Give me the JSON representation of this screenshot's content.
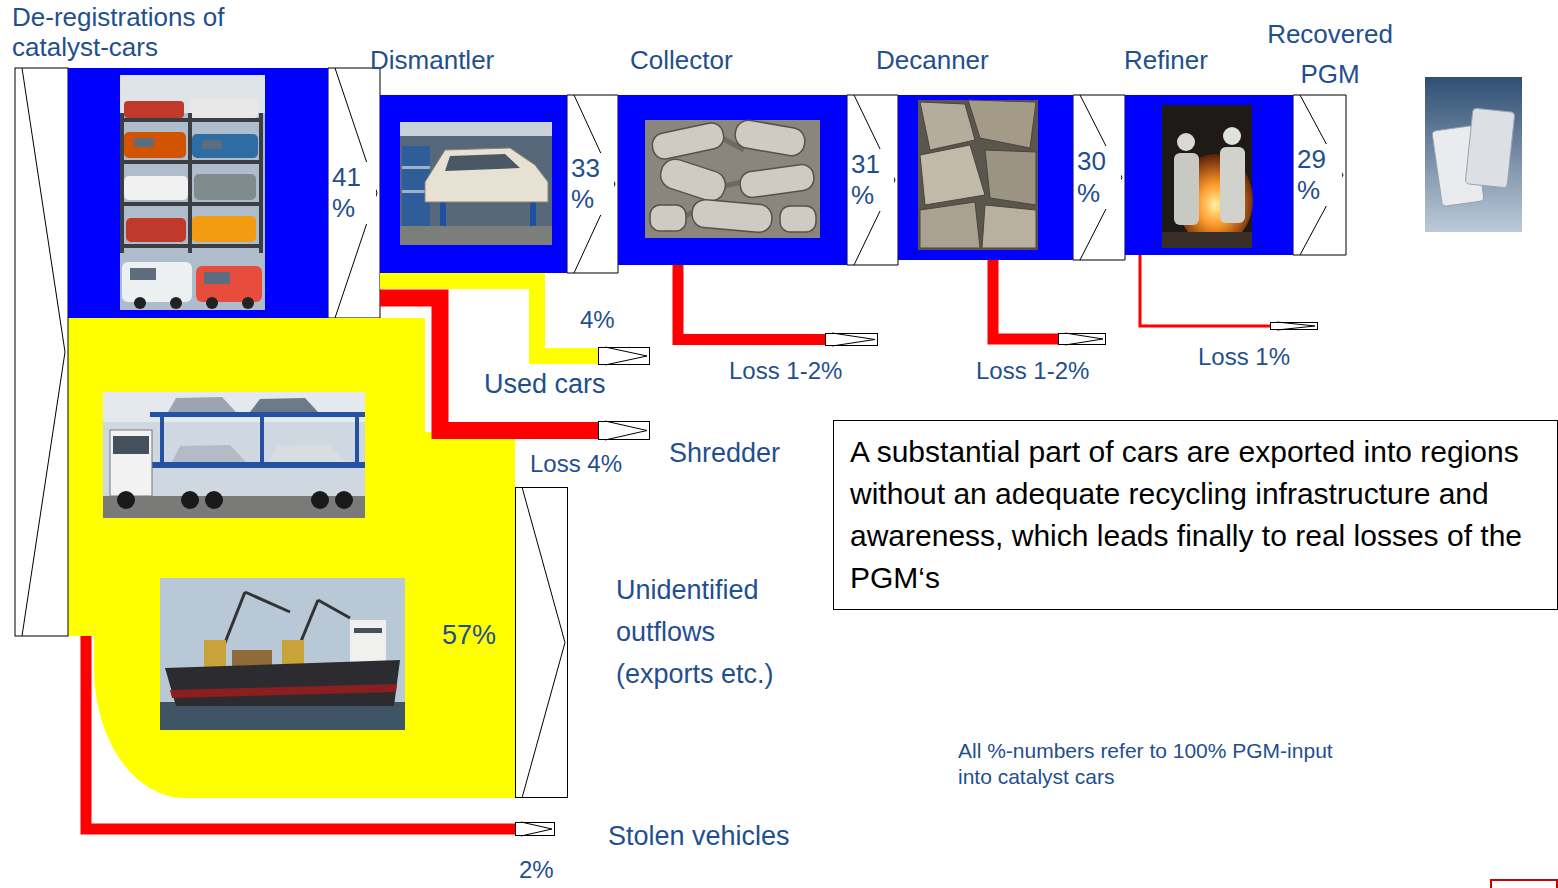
{
  "diagram": {
    "nodes": [
      {
        "text": [
          "De-registrations of catalyst-cars"
        ]
      },
      {
        "text": [
          "Dismantler"
        ]
      },
      {
        "text": [
          "Collector"
        ]
      },
      {
        "text": [
          "Decanner"
        ]
      },
      {
        "text": [
          "Refiner"
        ]
      },
      {
        "text": [
          "Recovered PGM"
        ]
      },
      {
        "text": [
          "Used cars"
        ]
      },
      {
        "text": [
          "Loss 1-2%"
        ]
      },
      {
        "text": [
          "Loss 1-2%"
        ]
      },
      {
        "text": [
          "Loss 1%"
        ]
      },
      {
        "text": [
          "Shredder"
        ]
      },
      {
        "text": [
          "A substantial part of cars are exported into regions without an adequate recycling infrastructure and awareness, which leads finally to real losses of the PGM‘s"
        ]
      },
      {
        "text": [
          "Unidentified outflows (exports etc.)"
        ]
      },
      {
        "text": [
          "Stolen vehicles"
        ]
      }
    ],
    "edges": [
      {
        "from": 0,
        "to": 1,
        "label": "41 %",
        "arrow": "to"
      },
      {
        "from": 1,
        "to": 2,
        "label": "33 %",
        "arrow": "to"
      },
      {
        "from": 2,
        "to": 3,
        "label": "31 %",
        "arrow": "to"
      },
      {
        "from": 3,
        "to": 4,
        "label": "30 %",
        "arrow": "to"
      },
      {
        "from": 4,
        "to": 5,
        "label": "29 %",
        "arrow": "to"
      },
      {
        "from": 0,
        "to": 13,
        "label": "2%",
        "arrow": "to"
      },
      {
        "from": 0,
        "to": 12,
        "label": "57%",
        "arrow": "to"
      },
      {
        "from": 1,
        "to": 10,
        "label": "Loss 4%",
        "arrow": "to"
      },
      {
        "from": 1,
        "to": 6,
        "label": "4%",
        "arrow": "to"
      },
      {
        "from": 2,
        "to": 7,
        "arrow": "to"
      },
      {
        "from": 3,
        "to": 8,
        "arrow": "to"
      },
      {
        "from": 4,
        "to": 9,
        "arrow": "to"
      }
    ],
    "labels": [
      "All %-numbers refer to 100% PGM-input into catalyst cars"
    ]
  }
}
